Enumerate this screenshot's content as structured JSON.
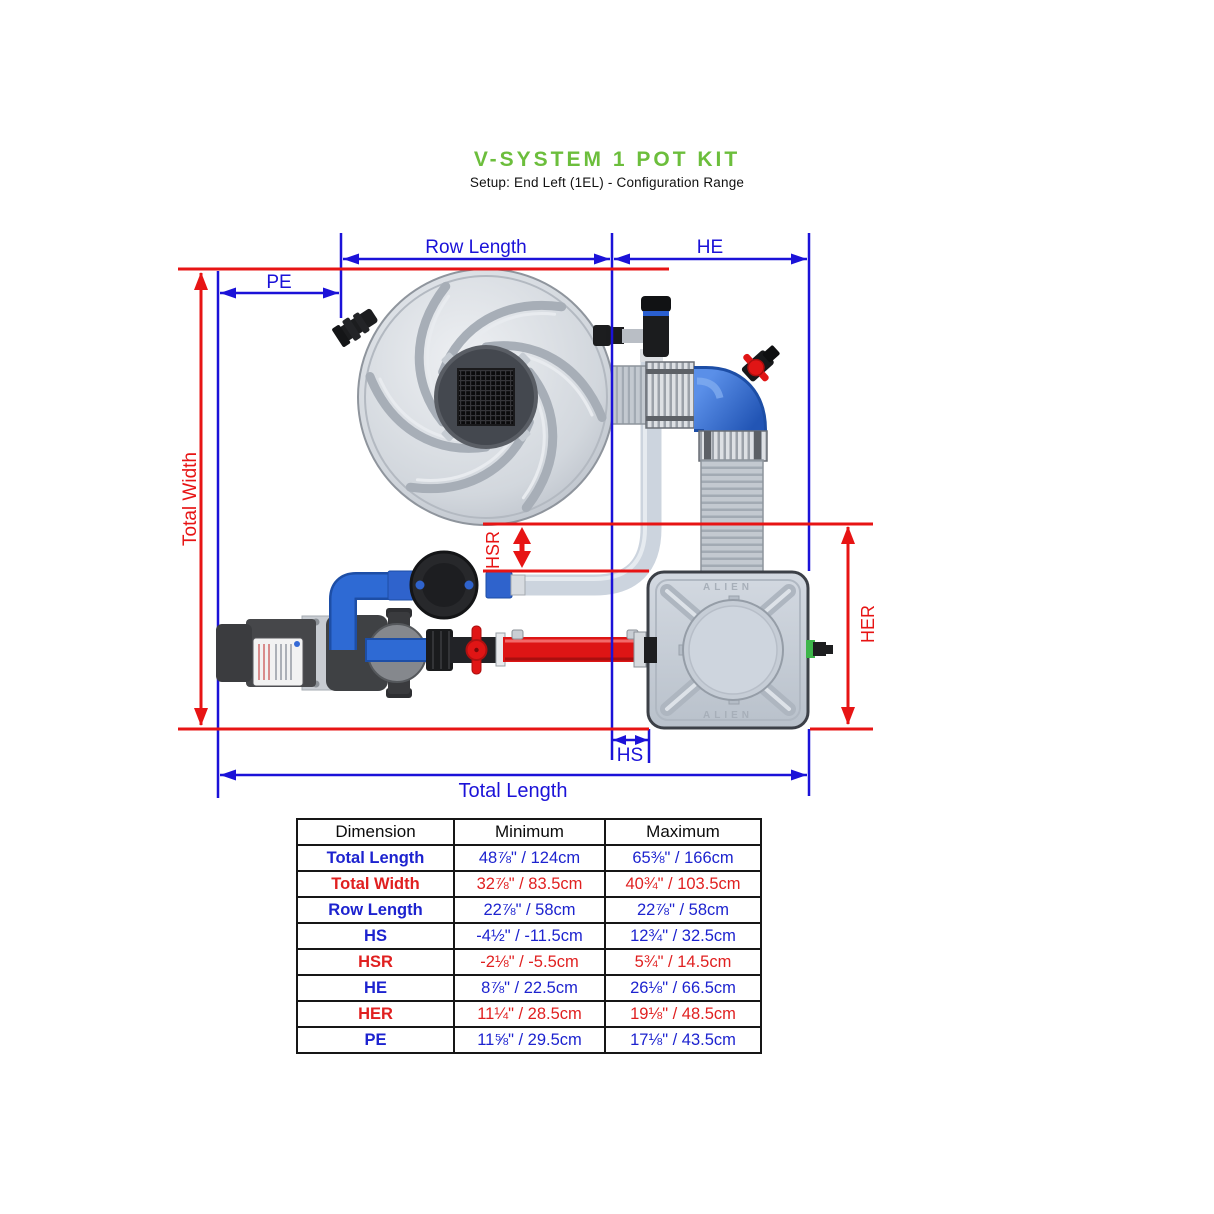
{
  "title": "V-SYSTEM 1 POT KIT",
  "subtitle": "Setup: End Left (1EL) - Configuration Range",
  "colors": {
    "dimension_blue": "#1b12d8",
    "dimension_red": "#e71414",
    "title_green": "#6cbe3c",
    "pipe_blue": "#2e6ad4",
    "pipe_red": "#dd1515"
  },
  "diagram": {
    "labels": {
      "row_length": "Row Length",
      "he": "HE",
      "pe": "PE",
      "total_width": "Total Width",
      "hsr": "HSR",
      "her": "HER",
      "hs": "HS",
      "total_length": "Total Length"
    },
    "pot_brand": "ALIEN"
  },
  "table": {
    "headers": [
      "Dimension",
      "Minimum",
      "Maximum"
    ],
    "rows": [
      {
        "dimension": "Total Length",
        "min": "48⅞\" / 124cm",
        "max": "65⅜\" / 166cm",
        "color": "blue"
      },
      {
        "dimension": "Total Width",
        "min": "32⅞\" / 83.5cm",
        "max": "40¾\" / 103.5cm",
        "color": "red"
      },
      {
        "dimension": "Row Length",
        "min": "22⅞\" / 58cm",
        "max": "22⅞\" / 58cm",
        "color": "blue"
      },
      {
        "dimension": "HS",
        "min": "-4½\" / -11.5cm",
        "max": "12¾\" / 32.5cm",
        "color": "blue"
      },
      {
        "dimension": "HSR",
        "min": "-2⅛\" / -5.5cm",
        "max": "5¾\" / 14.5cm",
        "color": "red"
      },
      {
        "dimension": "HE",
        "min": "8⅞\" / 22.5cm",
        "max": "26⅛\" / 66.5cm",
        "color": "blue"
      },
      {
        "dimension": "HER",
        "min": "11¼\" / 28.5cm",
        "max": "19⅛\" / 48.5cm",
        "color": "red"
      },
      {
        "dimension": "PE",
        "min": "11⅝\" / 29.5cm",
        "max": "17⅛\" / 43.5cm",
        "color": "blue"
      }
    ]
  }
}
